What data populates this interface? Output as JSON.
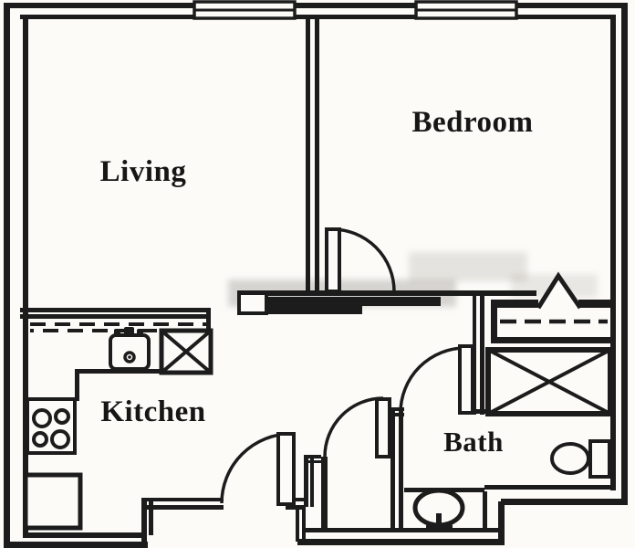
{
  "diagram": {
    "type": "apartment-floor-plan",
    "labels": {
      "living": "Living",
      "bedroom": "Bedroom",
      "kitchen": "Kitchen",
      "bath": "Bath"
    },
    "rooms": [
      {
        "id": "living",
        "label": "Living"
      },
      {
        "id": "bedroom",
        "label": "Bedroom"
      },
      {
        "id": "kitchen",
        "label": "Kitchen"
      },
      {
        "id": "bath",
        "label": "Bath"
      }
    ],
    "features": [
      "living-window",
      "bedroom-window",
      "entry-door",
      "bedroom-door",
      "bath-door",
      "hall-closet-door",
      "bedroom-closet-pivot-door",
      "sliding-pocket-door",
      "bedroom-closet-rod",
      "linen-closet-x",
      "kitchen-counter",
      "upper-cabinets-dashed",
      "kitchen-sink",
      "dishwasher",
      "range-cooktop",
      "refrigerator",
      "toilet",
      "pedestal-sink",
      "vanity-counter"
    ],
    "colors": {
      "ink": "#1c1c1c",
      "paper": "#fcfbf8"
    }
  }
}
